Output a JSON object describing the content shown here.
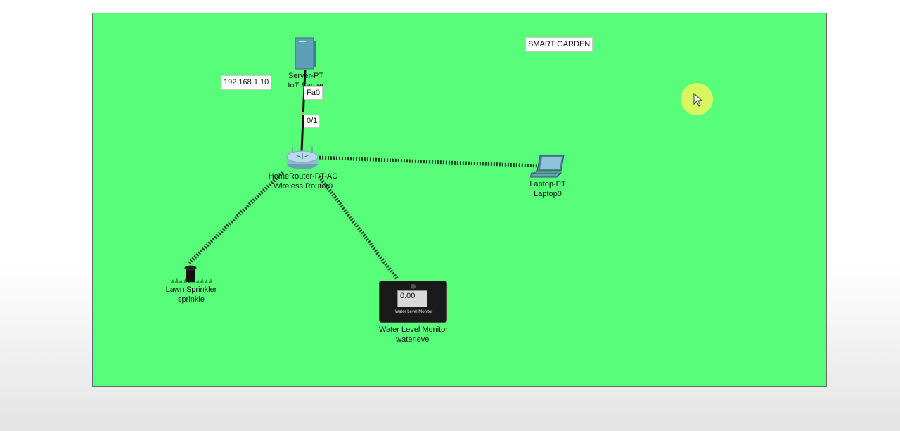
{
  "diagram": {
    "title": "SMART GARDEN",
    "background_color": "#58fd7a",
    "ip_label": "192.168.1.10",
    "port_labels": {
      "server_port": "Fa0",
      "router_port": "0/1"
    },
    "devices": {
      "server": {
        "model": "Server-PT",
        "name": "IoT Server"
      },
      "router": {
        "model": "HomeRouter-PT-AC",
        "name": "Wireless Router0"
      },
      "laptop": {
        "model": "Laptop-PT",
        "name": "Laptop0"
      },
      "sprinkler": {
        "model": "Lawn Sprinkler",
        "name": "sprinkle"
      },
      "water_monitor": {
        "model": "Water Level Monitor",
        "name": "waterlevel",
        "reading": "0.00",
        "screen_caption": "Water Level Monitor"
      }
    },
    "links": [
      {
        "from": "server",
        "to": "router",
        "kind": "wired"
      },
      {
        "from": "router",
        "to": "laptop",
        "kind": "wireless"
      },
      {
        "from": "router",
        "to": "sprinkler",
        "kind": "wireless"
      },
      {
        "from": "router",
        "to": "water_monitor",
        "kind": "wireless"
      }
    ],
    "icons": {
      "server": "server-icon",
      "router": "wireless-router-icon",
      "laptop": "laptop-icon",
      "sprinkler": "sprinkler-icon",
      "water_monitor": "water-level-monitor-icon",
      "cursor": "mouse-cursor-icon"
    }
  }
}
